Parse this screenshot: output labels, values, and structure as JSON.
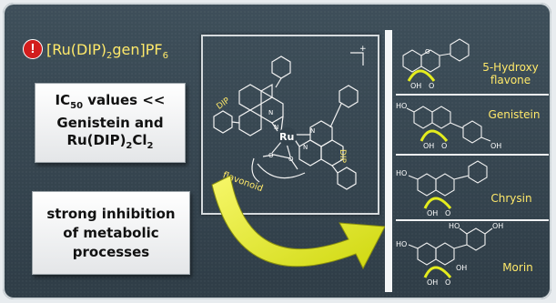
{
  "title": {
    "prefix": "[Ru(DIP)",
    "sub1": "2",
    "mid": "gen]PF",
    "sub2": "6"
  },
  "box1": {
    "l1a": "IC",
    "l1sub": "50",
    "l1b": " values <<",
    "l2": "Genistein and",
    "l3a": "Ru(DIP)",
    "l3sub": "2",
    "l3b": "Cl",
    "l3sub2": "2"
  },
  "box2": {
    "l1": "strong inhibition",
    "l2": "of metabolic",
    "l3": "processes"
  },
  "structure": {
    "dip_left": "DIP",
    "dip_right": "DIP",
    "metal": "Ru",
    "ligand": "flavonoid",
    "charge": "+"
  },
  "flavonoids": [
    {
      "name": "5-Hydroxy flavone",
      "name_l1": "5-Hydroxy",
      "name_l2": "flavone",
      "oh": "OH",
      "o": "O"
    },
    {
      "name": "Genistein",
      "oh": "OH",
      "o": "O",
      "ho": "HO"
    },
    {
      "name": "Chrysin",
      "oh": "OH",
      "o": "O",
      "ho": "HO"
    },
    {
      "name": "Morin",
      "oh": "OH",
      "o": "O",
      "ho": "HO"
    }
  ],
  "colors": {
    "accent": "#ffe96a",
    "arrow": "#e4ec1e",
    "background": "#34434d",
    "alert": "#d21d1d"
  }
}
